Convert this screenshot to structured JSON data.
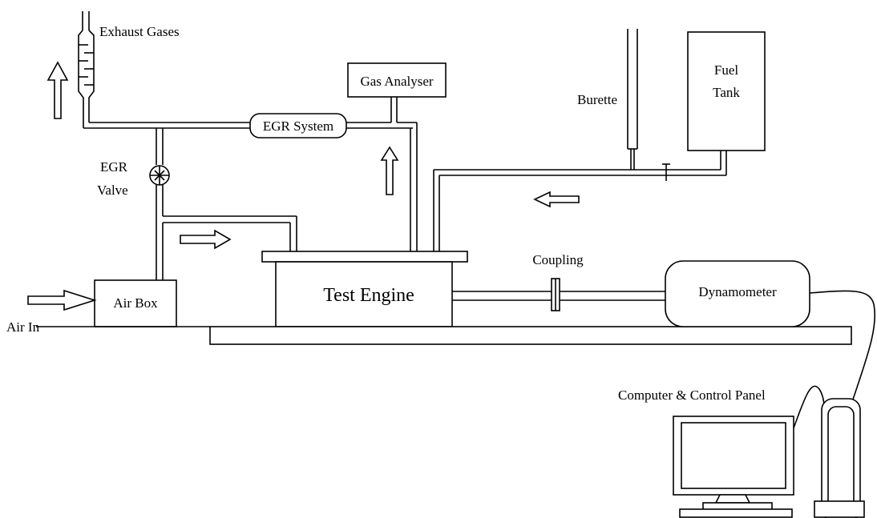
{
  "labels": {
    "exhaust_gases": "Exhaust Gases",
    "gas_analyser": "Gas Analyser",
    "burette": "Burette",
    "fuel_tank_line1": "Fuel",
    "fuel_tank_line2": "Tank",
    "egr_system": "EGR System",
    "egr_valve_line1": "EGR",
    "egr_valve_line2": "Valve",
    "coupling": "Coupling",
    "air_box": "Air Box",
    "test_engine": "Test Engine",
    "dynamometer": "Dynamometer",
    "air_in": "Air In",
    "computer_control_panel": "Computer & Control Panel"
  }
}
